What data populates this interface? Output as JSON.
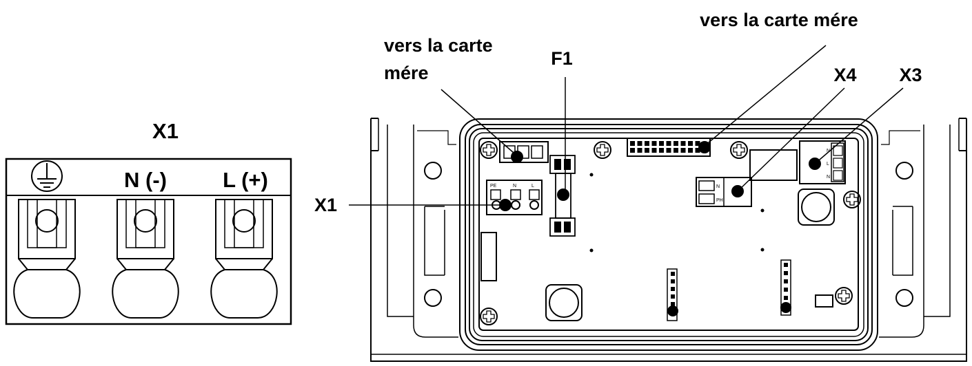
{
  "terminal_block": {
    "title": "X1",
    "earth_symbol": "earth-ground-icon",
    "neutral_label": "N (-)",
    "line_label": "L (+)"
  },
  "board": {
    "callout_mainboard_left": [
      "vers la carte",
      "mére"
    ],
    "callout_fuse": "F1",
    "callout_mainboard_top": "vers la carte mére",
    "callout_x4": "X4",
    "callout_x3": "X3",
    "callout_x1": "X1",
    "x1_pins": [
      "PE",
      "N",
      "L"
    ],
    "x4_pins": [
      "N",
      "PH"
    ],
    "x3_pins": [
      "N",
      "L",
      "N"
    ]
  }
}
